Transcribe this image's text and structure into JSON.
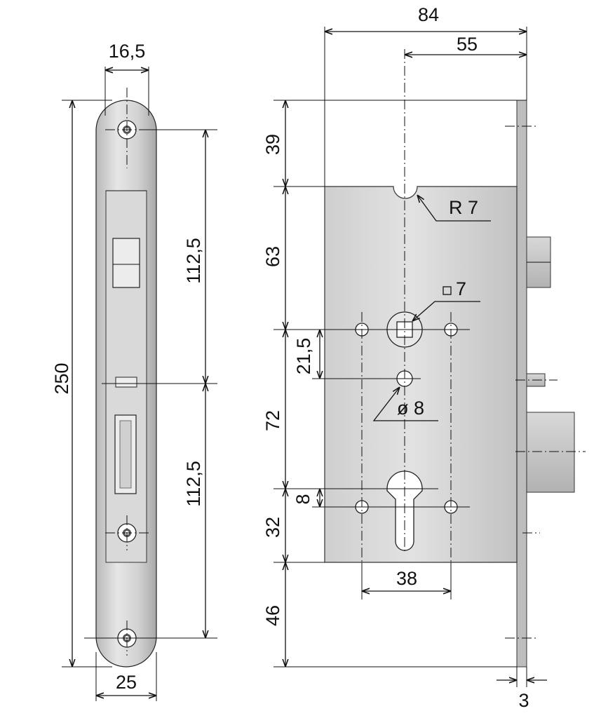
{
  "front_view": {
    "dim_width_top": "16,5",
    "dim_width_bottom": "25",
    "dim_total_height": "250",
    "dim_upper_spacing": "112,5",
    "dim_lower_spacing": "112,5"
  },
  "side_view": {
    "dim_total_depth": "84",
    "dim_backset": "55",
    "dim_top": "39",
    "dim_upper": "63",
    "dim_follower_to_hole": "21,5",
    "dim_middle": "72",
    "dim_cylinder_offset": "8",
    "dim_lower": "32",
    "dim_bottom": "46",
    "dim_hole_spacing": "38",
    "dim_faceplate": "3",
    "label_radius": "R 7",
    "label_square": "7",
    "label_hole": "ø 8"
  },
  "colors": {
    "steel_light": "#e4e4e4",
    "steel_mid": "#c8c8c8",
    "steel_dark": "#a9a9a9",
    "line": "#111111"
  }
}
